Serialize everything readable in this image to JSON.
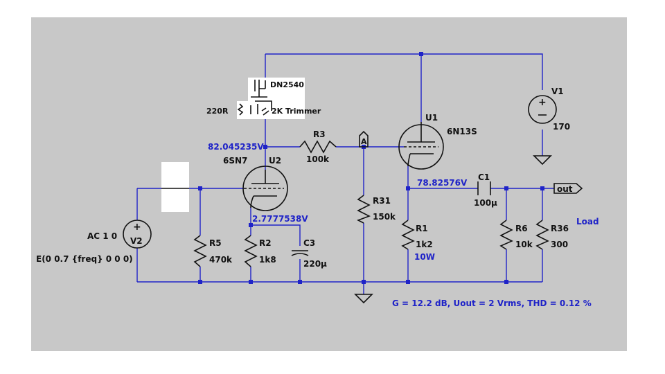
{
  "colors": {
    "background": "#c8c8c8",
    "wire": "#1f23c8",
    "component": "#111111",
    "annotation": "#1f23c8"
  },
  "components": {
    "mosfet": {
      "label": "DN2540",
      "resistor": "220R",
      "trimmer": "2K Trimmer"
    },
    "u2": {
      "ref": "U2",
      "value": "6SN7"
    },
    "u1": {
      "ref": "U1",
      "value": "6N13S"
    },
    "v1": {
      "ref": "V1",
      "value": "170"
    },
    "v2": {
      "ref": "V2",
      "line1": "AC 1 0",
      "line2": "E(0 0.7 {freq} 0 0 0)"
    },
    "r3": {
      "ref": "R3",
      "value": "100k"
    },
    "r31": {
      "ref": "R31",
      "value": "150k"
    },
    "r5": {
      "ref": "R5",
      "value": "470k"
    },
    "r2": {
      "ref": "R2",
      "value": "1k8"
    },
    "c3": {
      "ref": "C3",
      "value": "220µ"
    },
    "r1": {
      "ref": "R1",
      "value": "1k2",
      "power": "10W"
    },
    "c1": {
      "ref": "C1",
      "value": "100µ"
    },
    "r6": {
      "ref": "R6",
      "value": "10k"
    },
    "r36": {
      "ref": "R36",
      "value": "300"
    }
  },
  "voltages": {
    "u2_anode": "82.045235V",
    "u2_cathode": "2.7777538V",
    "u1_cathode": "78.82576V"
  },
  "net_labels": {
    "out": "out",
    "a": "A",
    "load": "Load"
  },
  "summary": "G = 12.2 dB, Uout = 2 Vrms, THD = 0.12 %"
}
